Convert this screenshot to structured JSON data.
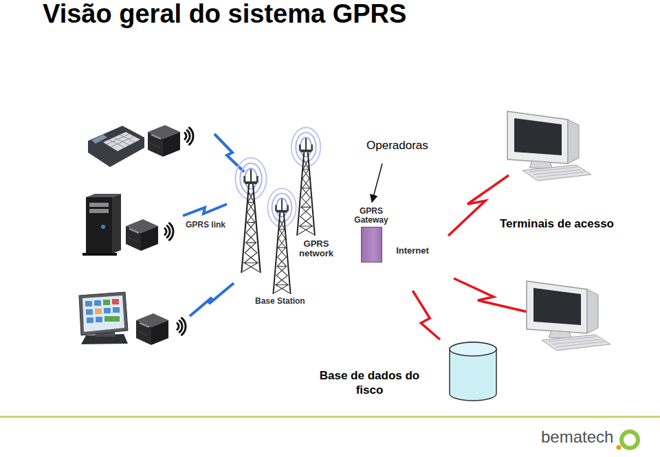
{
  "diagram": {
    "title": "Visão geral do sistema GPRS",
    "nodes": [
      {
        "text": [
          "GPRS network"
        ]
      },
      {
        "text": [
          "Internet"
        ]
      },
      {
        "text": [
          "GPRS Gateway"
        ]
      },
      {
        "text": [
          "Base de dados do fisco"
        ]
      }
    ],
    "edges": [
      {
        "from": 1,
        "to": 3,
        "arrow": "none"
      }
    ],
    "labels": [
      "Operadoras",
      "Terminais de acesso",
      "GPRS link",
      "Base Station",
      "bematech"
    ]
  }
}
